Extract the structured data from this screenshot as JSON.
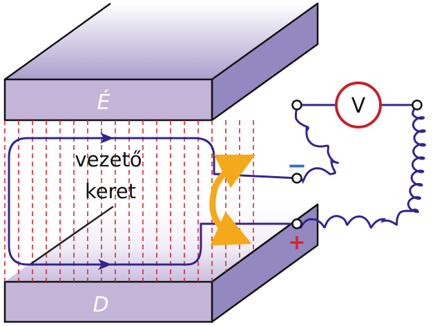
{
  "magnet": {
    "north_label": "É",
    "south_label": "D",
    "top_color": "#b5acd0",
    "front_color": "#c4b5d8",
    "side_color": "#9488c0",
    "field_line_color": "#d8232a"
  },
  "frame": {
    "label_line1": "vezető",
    "label_line2": "keret",
    "wire_color": "#33248f"
  },
  "voltmeter": {
    "label": "V",
    "ring_color": "#c8202a"
  },
  "terminals": {
    "minus_sign": "−",
    "plus_sign": "+"
  },
  "rotation_arrow_color": "#f4a91a"
}
